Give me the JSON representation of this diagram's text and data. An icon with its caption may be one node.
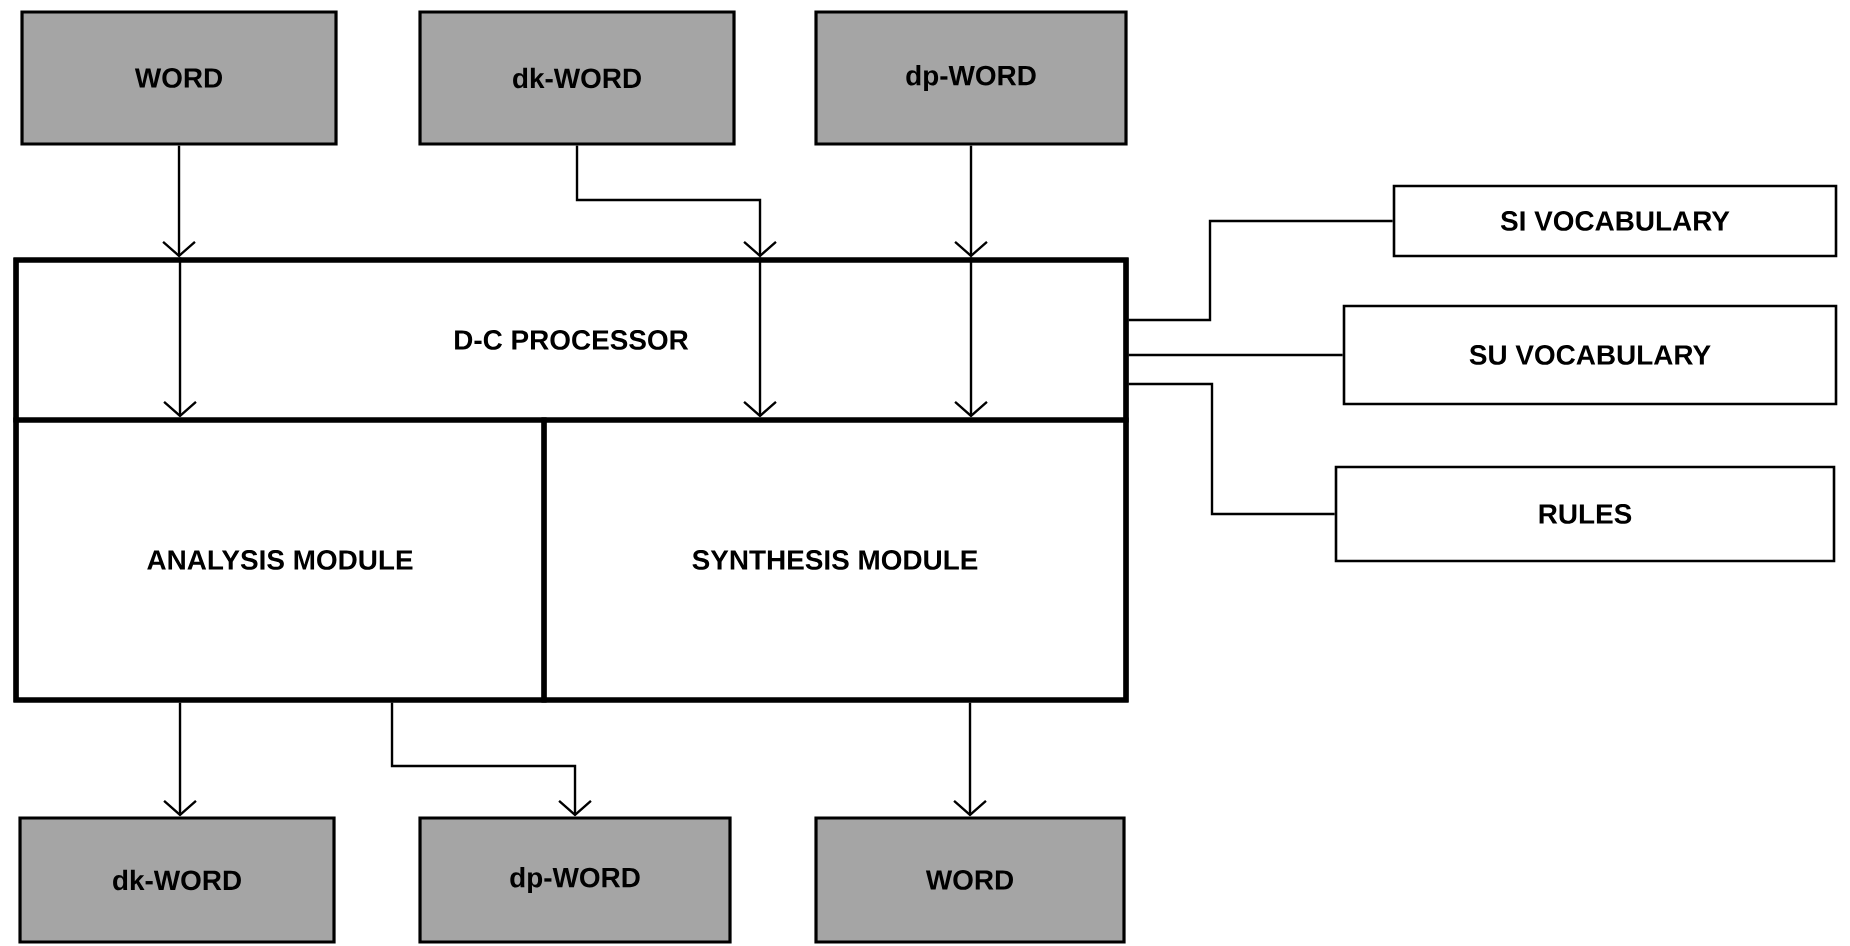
{
  "diagram": {
    "nodes": [
      {
        "text": [
          "WORD"
        ]
      },
      {
        "text": [
          "dk-WORD"
        ]
      },
      {
        "text": [
          "dp-WORD"
        ]
      },
      {
        "text": [
          "D-C PROCESSOR"
        ]
      },
      {
        "text": [
          "ANALYSIS MODULE"
        ]
      },
      {
        "text": [
          "SYNTHESIS MODULE"
        ]
      },
      {
        "text": [
          "SI VOCABULARY"
        ]
      },
      {
        "text": [
          "SU VOCABULARY"
        ]
      },
      {
        "text": [
          "RULES"
        ]
      },
      {
        "text": [
          "dk-WORD"
        ]
      },
      {
        "text": [
          "dp-WORD"
        ]
      },
      {
        "text": [
          "WORD"
        ]
      }
    ],
    "edges": [
      {
        "from": 0,
        "to": 3,
        "arrow": "to"
      },
      {
        "from": 3,
        "to": 4,
        "arrow": "to"
      },
      {
        "from": 1,
        "to": 3,
        "arrow": "to"
      },
      {
        "from": 3,
        "to": 5,
        "arrow": "to"
      },
      {
        "from": 2,
        "to": 3,
        "arrow": "to"
      },
      {
        "from": 3,
        "to": 5,
        "arrow": "to"
      },
      {
        "from": 3,
        "to": 6,
        "arrow": "none"
      },
      {
        "from": 3,
        "to": 7,
        "arrow": "none"
      },
      {
        "from": 3,
        "to": 8,
        "arrow": "none"
      },
      {
        "from": 4,
        "to": 9,
        "arrow": "to"
      },
      {
        "from": 4,
        "to": 10,
        "arrow": "to"
      },
      {
        "from": 5,
        "to": 11,
        "arrow": "to"
      }
    ]
  }
}
